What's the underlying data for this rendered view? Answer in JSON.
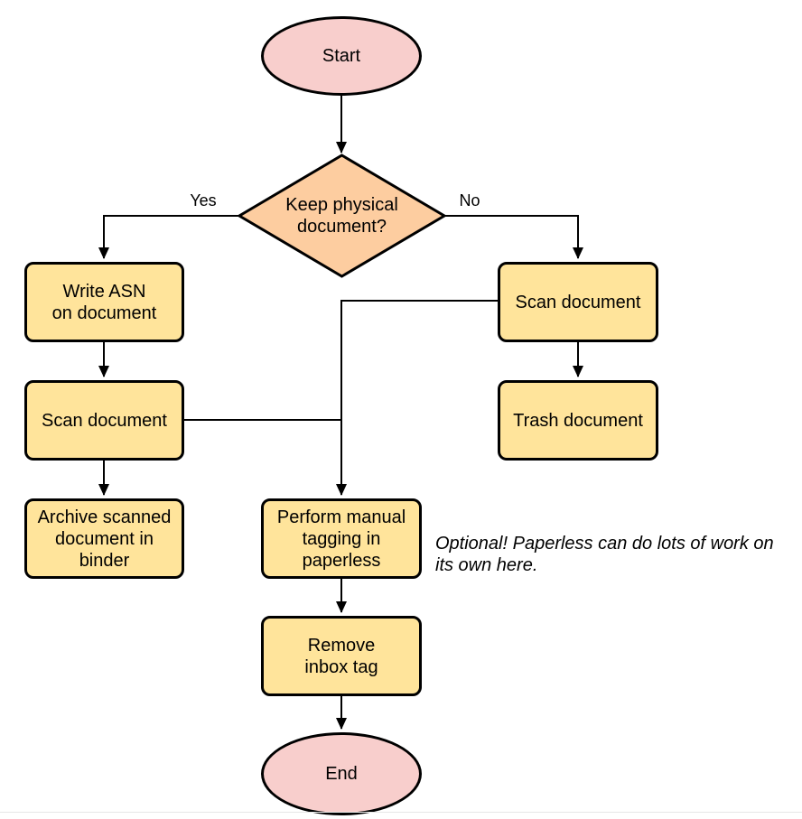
{
  "nodes": {
    "start": "Start",
    "decision": "Keep physical\ndocument?",
    "write_asn": "Write ASN\non document",
    "scan_left": "Scan document",
    "archive": "Archive scanned\ndocument in\nbinder",
    "scan_right": "Scan document",
    "trash": "Trash document",
    "tagging": "Perform manual\ntagging in\npaperless",
    "remove_inbox": "Remove\ninbox tag",
    "end": "End"
  },
  "edge_labels": {
    "yes": "Yes",
    "no": "No"
  },
  "note": "Optional! Paperless can do lots of work on\nits own here.",
  "colors": {
    "terminal_fill": "#f8cecc",
    "decision_fill": "#fdcda0",
    "process_fill": "#ffe49b",
    "stroke": "#000000"
  }
}
